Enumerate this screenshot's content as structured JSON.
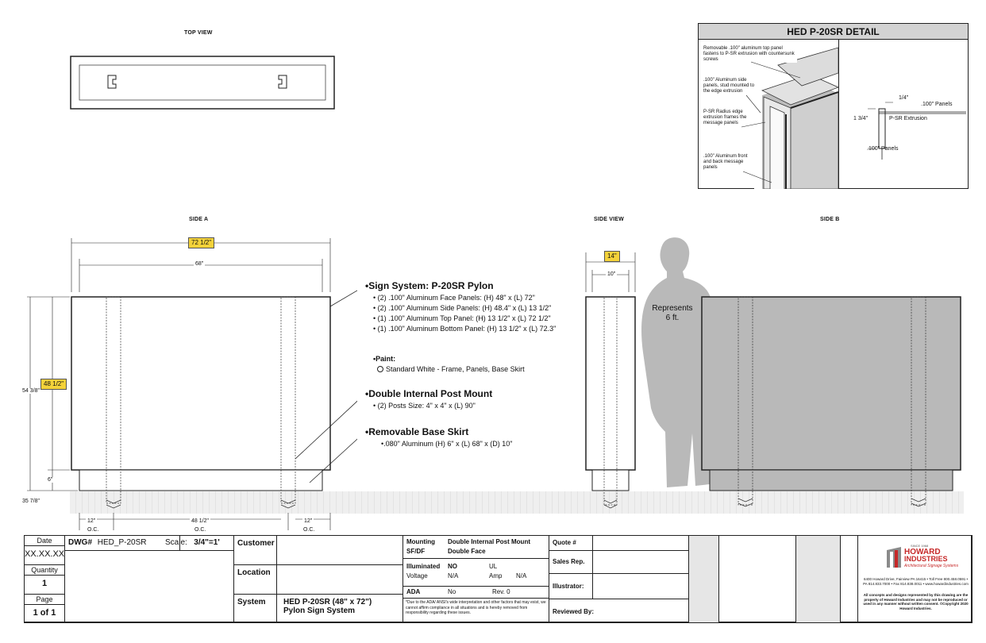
{
  "views": {
    "top_view": "TOP VIEW",
    "side_a": "SIDE A",
    "side_view": "SIDE VIEW",
    "side_b": "SIDE B"
  },
  "detail": {
    "title": "HED P-20SR DETAIL",
    "note1": "Removable .100\" aluminum top panel fastens to P-SR extrusion with countersunk screws",
    "note2": ".100\" Aluminum side panels, stud mounted to the edge extrusion",
    "note3": "P-SR Radius edge extrusion frames the message panels",
    "note4": ".100\" Aluminum front and back message panels",
    "dim_quarter": "1/4\"",
    "dim_1_3_4": "1 3/4\"",
    "panels_top": ".100\" Panels",
    "extrusion": "P-SR Extrusion",
    "panels_bottom": ".100\" Panels"
  },
  "dims": {
    "overall_width": "72 1/2\"",
    "face_width": "68\"",
    "overall_height": "54 3/8\"",
    "face_height": "48 1/2\"",
    "skirt_height": "6\"",
    "post_depth": "35 7/8\"",
    "oc_left": "12\"",
    "oc_mid": "48 1/2\"",
    "oc_right": "12\"",
    "oc": "O.C.",
    "side_depth": "14\"",
    "side_inner": "10\""
  },
  "person": {
    "line1": "Represents",
    "line2": "6 ft."
  },
  "spec": {
    "heading1": "Sign System: P-20SR Pylon",
    "items1": [
      "(2) .100\" Aluminum Face Panels: (H) 48\" x (L) 72\"",
      "(2) .100\" Aluminum Side Panels: (H) 48.4\" x (L) 13 1/2\"",
      "(1) .100\" Aluminum Top Panel: (H) 13 1/2\" x (L) 72 1/2\"",
      "(1) .100\" Aluminum Bottom Panel: (H) 13 1/2\" x (L) 72.3\""
    ],
    "paint_label": "Paint:",
    "paint_item": "Standard White - Frame, Panels, Base Skirt",
    "heading2": "Double Internal Post Mount",
    "item2": "(2) Posts Size: 4\" x 4\" x (L) 90\"",
    "heading3": "Removable Base Skirt",
    "item3": ".080\" Aluminum (H) 6\" x (L) 68\" x (D) 10\""
  },
  "title_block": {
    "date_label": "Date",
    "date_value": "XX.XX.XX",
    "quantity_label": "Quantity",
    "quantity_value": "1",
    "page_label": "Page",
    "page_value": "1 of 1",
    "dwg_label": "DWG#",
    "dwg_value": "HED_P-20SR",
    "scale_label": "Scale:",
    "scale_value": "3/4\"=1'",
    "customer_label": "Customer",
    "location_label": "Location",
    "system_label": "System",
    "system_line1": "HED P-20SR (48\" x 72\")",
    "system_line2": "Pylon Sign System",
    "mounting_label": "Mounting",
    "mounting_value": "Double Internal Post Mount",
    "sfdf_label": "SF/DF",
    "sfdf_value": "Double Face",
    "illuminated_label": "Illuminated",
    "illuminated_value": "NO",
    "ul_label": "UL",
    "voltage_label": "Voltage",
    "voltage_value": "N/A",
    "amp_label": "Amp",
    "amp_value": "N/A",
    "ada_label": "ADA",
    "ada_value": "No",
    "rev": "Rev. 0",
    "ada_note": "*Due to the ADA/ ANSI's wide interpretation and other factors that may exist, we cannot affirm compliance in all situations and is hereby removed from responsibility regarding these issues.",
    "quote_label": "Quote #",
    "sales_label": "Sales Rep.",
    "illustrator_label": "Illustrator:",
    "reviewed_label": "Reviewed By:"
  },
  "company": {
    "tagline_top": "SINCE 1968",
    "name_line1": "HOWARD",
    "name_line2": "INDUSTRIES",
    "tagline": "Architectural Signage Systems",
    "address": "6400 Howard Drive, Fairview PA 16415 • Toll Free 800.458.0591 • PA 814.833.7000 • Fax 814.838.0011 • www.howardindustries.com",
    "legal": "All concepts and designs represented by this drawing are the property of Howard Industries and may not be reproduced or used in any manner without written consent. ©Copyright 2020 Howard Industries."
  }
}
